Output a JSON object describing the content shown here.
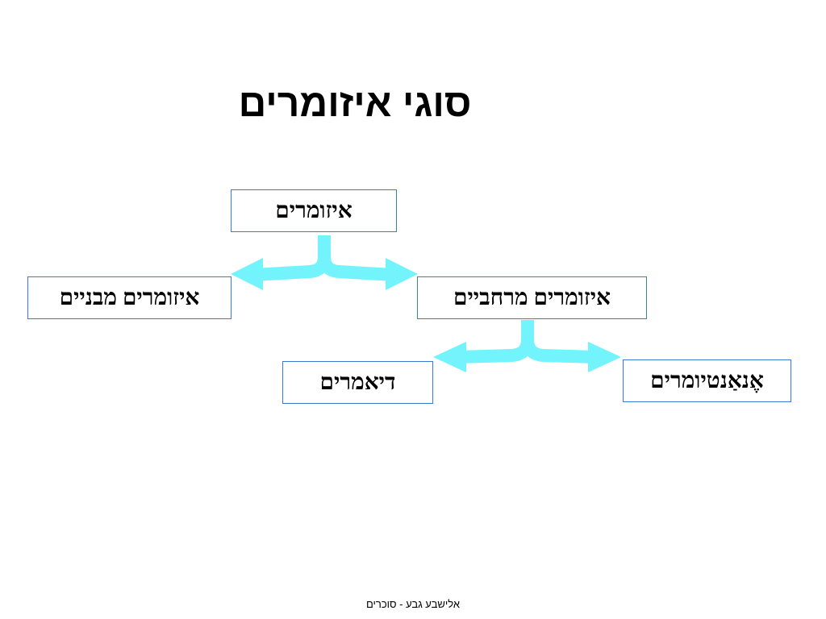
{
  "title": "סוגי איזומרים",
  "nodes": {
    "root": "איזומרים",
    "structural": "איזומרים מבניים",
    "spatial": "איזומרים מרחביים",
    "diastereomers": "דיאמרים",
    "enantiomers": "אֶנאַנטיומרים"
  },
  "footer": "אלישבע גבע - סוכרים",
  "colors": {
    "arrow": "#73f3fb",
    "box_border": "#3a7bd5",
    "text": "#000000",
    "background": "#ffffff"
  }
}
